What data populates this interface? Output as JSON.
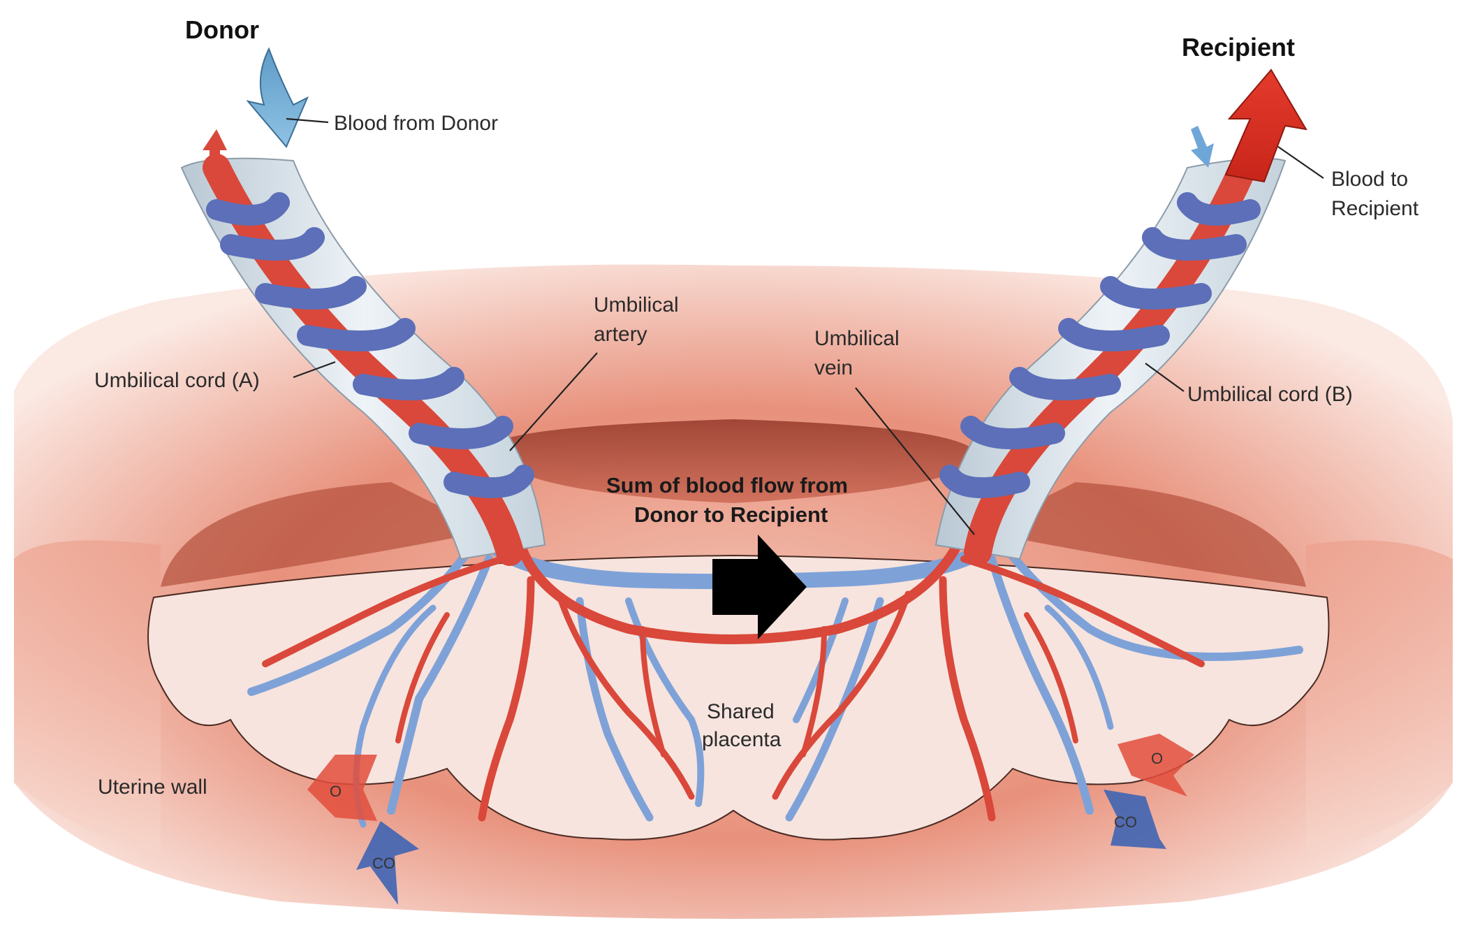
{
  "labels": {
    "donor": "Donor",
    "recipient": "Recipient",
    "blood_from_donor": "Blood from Donor",
    "blood_to_recipient_1": "Blood to",
    "blood_to_recipient_2": "Recipient",
    "umbilical_artery_1": "Umbilical",
    "umbilical_artery_2": "artery",
    "umbilical_vein_1": "Umbilical",
    "umbilical_vein_2": "vein",
    "umbilical_cord_a": "Umbilical cord (A)",
    "umbilical_cord_b": "Umbilical cord (B)",
    "sum_flow_1": "Sum of blood flow from",
    "sum_flow_2": "Donor to Recipient",
    "shared_placenta_1": "Shared",
    "shared_placenta_2": "placenta",
    "uterine_wall": "Uterine wall",
    "o2_left": "O",
    "o2_right": "O",
    "co2_left": "CO",
    "co2_right": "CO"
  },
  "colors": {
    "artery": "#d9483a",
    "vein": "#6f8fd0",
    "cord_sheath": "#dfe8ef",
    "uterus": "#e7907e",
    "placenta": "#f6e2dc",
    "flow_arrow": "#000000"
  }
}
